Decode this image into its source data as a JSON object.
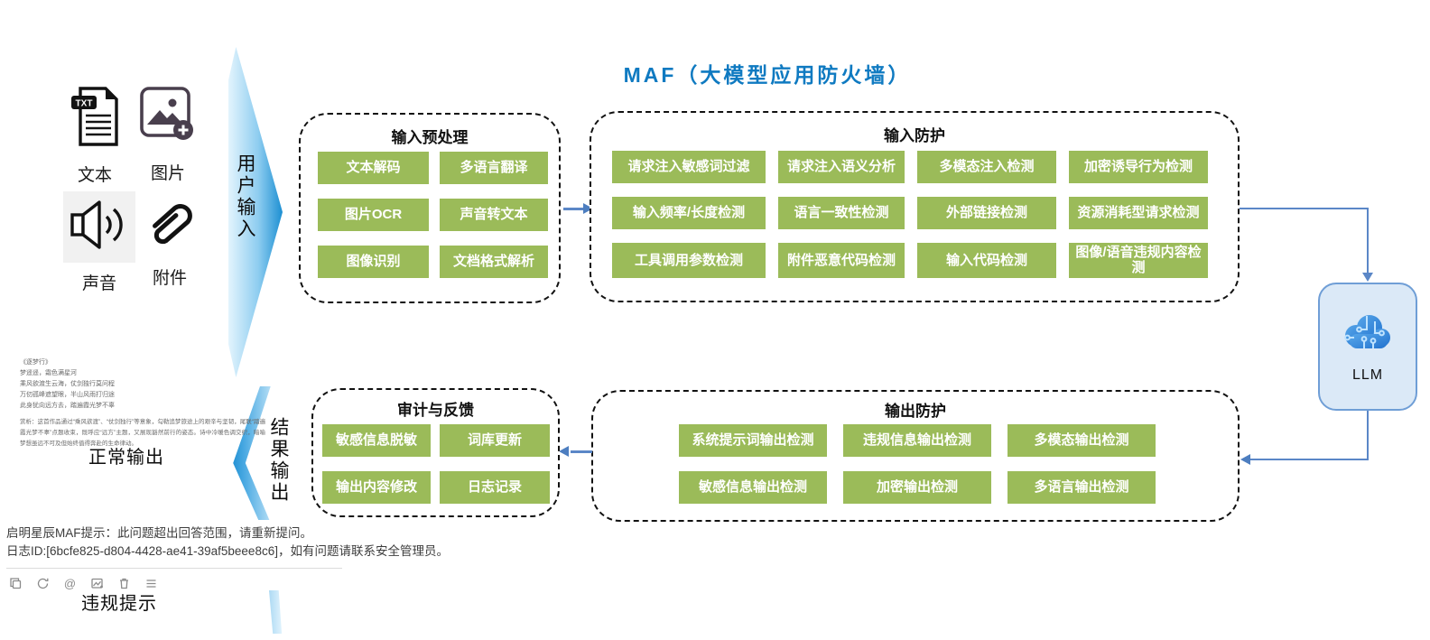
{
  "title": "MAF（大模型应用防火墙）",
  "colors": {
    "accent_blue": "#0f7ac1",
    "node_green": "#9bbb59",
    "connector_blue": "#5b87c7",
    "llm_fill": "#dbe9f7",
    "llm_border": "#6f9ed6"
  },
  "inputs": {
    "items": [
      {
        "label": "文本",
        "icon": "txt-file-icon"
      },
      {
        "label": "图片",
        "icon": "image-add-icon"
      },
      {
        "label": "声音",
        "icon": "speaker-icon"
      },
      {
        "label": "附件",
        "icon": "paperclip-icon"
      }
    ],
    "arrow_label": "用户输入"
  },
  "preprocess": {
    "title": "输入预处理",
    "buttons": [
      "文本解码",
      "多语言翻译",
      "图片OCR",
      "声音转文本",
      "图像识别",
      "文档格式解析"
    ]
  },
  "input_protection": {
    "title": "输入防护",
    "buttons": [
      "请求注入敏感词过滤",
      "请求注入语义分析",
      "多模态注入检测",
      "加密诱导行为检测",
      "输入频率/长度检测",
      "语言一致性检测",
      "外部链接检测",
      "资源消耗型请求检测",
      "工具调用参数检测",
      "附件恶意代码检测",
      "输入代码检测",
      "图像/语音违规内容检测"
    ]
  },
  "llm": {
    "label": "LLM",
    "icon": "cloud-circuit-icon"
  },
  "output_protection": {
    "title": "输出防护",
    "buttons": [
      "系统提示词输出检测",
      "违规信息输出检测",
      "多模态输出检测",
      "敏感信息输出检测",
      "加密输出检测",
      "多语言输出检测"
    ]
  },
  "audit": {
    "title": "审计与反馈",
    "buttons": [
      "敏感信息脱敏",
      "词库更新",
      "输出内容修改",
      "日志记录"
    ]
  },
  "normal_output": {
    "poem_title": "《逐梦行》",
    "poem_lines": [
      "梦遥遥，霜色满星河",
      "乘风欲渡生云海，仗剑独行莫问程",
      "万仞孤峰遮望眼，半山风雨打归途",
      "此身犹向远方去，踏遍霞光梦不辜"
    ],
    "analysis": "赏析：这首作品通过“乘风欲渡”、“仗剑独行”等意象，勾勒追梦旅途上的艰辛与坚韧，尾联“踏遍霞光梦不辜”点题收束，既呼应“远方”主题，又展现豁然前行的姿态。诗中冷暖色调交织，暗喻梦想虽远不可及但始终值得奔赴的生命律动。",
    "label": "正常输出"
  },
  "result_arrow_label": "结果输出",
  "violation": {
    "line1": "启明星辰MAF提示：此问题超出回答范围，请重新提问。",
    "line2": "日志ID:[6bcfe825-d804-4428-ae41-39af5beee8c6]，如有问题请联系安全管理员。",
    "toolbar_icons": [
      "copy-icon",
      "refresh-icon",
      "mention-icon",
      "image-export-icon",
      "delete-icon",
      "menu-icon"
    ],
    "label": "违规提示"
  }
}
